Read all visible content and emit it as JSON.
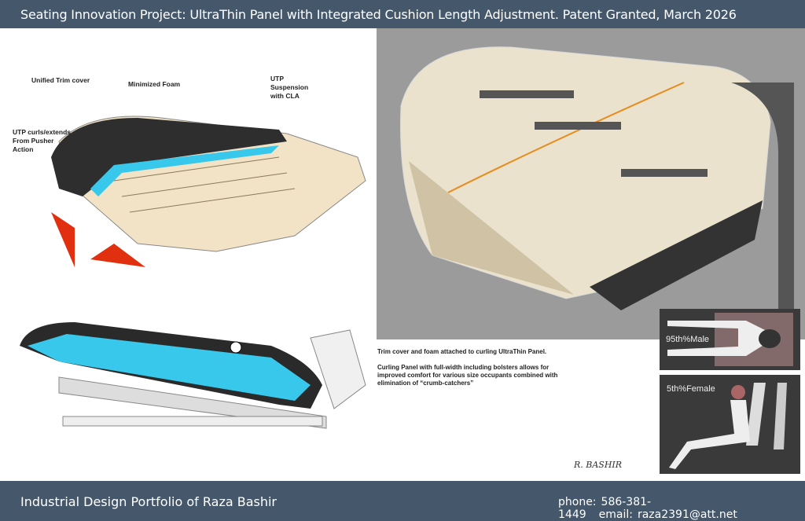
{
  "header": {
    "title": "Seating Innovation Project: UltraThin Panel with Integrated Cushion Length Adjustment.  Patent Granted, March 2026"
  },
  "callouts": {
    "trim": "Unified Trim cover",
    "foam": "Minimized Foam",
    "utp_susp": "UTP Suspension with CLA",
    "utp_curls": "UTP curls/extends From Pusher Action"
  },
  "notes": {
    "p1": "Trim cover and foam attached to curling UltraThin Panel.",
    "p2": "Curling Panel with full-width including bolsters allows for improved comfort for various size occupants combined with elimination of “crumb-catchers”"
  },
  "thumbs": {
    "male": "95th%Male",
    "female": "5th%Female"
  },
  "signature": "R. BASHIR",
  "footer": {
    "name": "Industrial Design Portfolio of Raza Bashir",
    "phone_label": "phone:",
    "phone": "586-381-1449",
    "email_label": "email:",
    "email": "raza2391@att.net"
  }
}
